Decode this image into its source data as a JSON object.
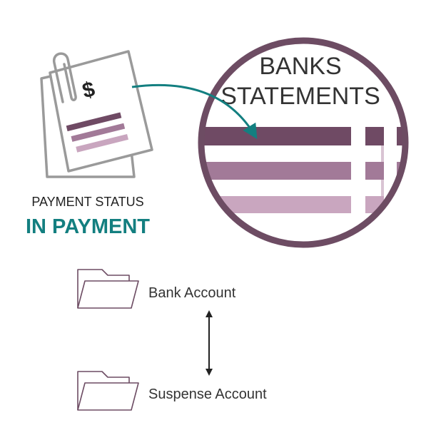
{
  "document": {
    "currency_symbol": "$"
  },
  "payment": {
    "status_label": "PAYMENT STATUS",
    "status_value": "IN PAYMENT"
  },
  "statement": {
    "title_line1": "BANKS",
    "title_line2": "STATEMENTS"
  },
  "accounts": {
    "bank": "Bank Account",
    "suspense": "Suspense Account"
  },
  "colors": {
    "circle": "#6d4c63",
    "bar_dark": "#6f4a64",
    "bar_mid": "#a27a98",
    "bar_light": "#c9a6bf",
    "accent_teal": "#137f80",
    "outline_gray": "#9a9a9a",
    "text_dark": "#333333"
  }
}
